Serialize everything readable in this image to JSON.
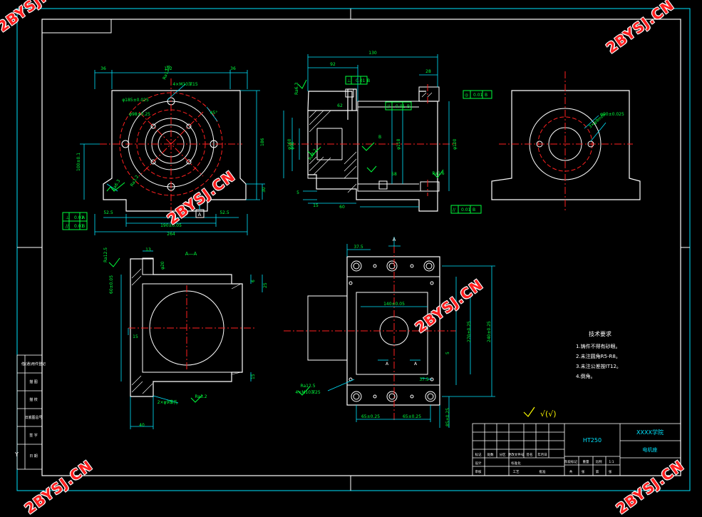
{
  "watermark": "2BYSJ.CN",
  "colors": {
    "outline": "#ffffff",
    "border": "#00e5ff",
    "dimension": "#00ff3c",
    "centerline": "#ff2020",
    "watermark": "#ff1f1f"
  },
  "views": {
    "front": {
      "dims": [
        "36",
        "192",
        "36",
        "264",
        "52.5",
        "52.5",
        "190±0.05",
        "Ra12.5",
        "4×M10深15",
        "φ185±0.025",
        "φ98±0.25",
        "Ra6.3",
        "45°",
        "100±0.1",
        "186",
        "30",
        "Ra3.2"
      ],
      "datum_label": "A",
      "tol_frames": [
        {
          "sym": "⊥",
          "value": "0.01",
          "datum": "A"
        },
        {
          "sym": "//",
          "value": "0.01",
          "datum": "B"
        }
      ]
    },
    "section": {
      "dims": [
        "130",
        "92",
        "28",
        "62",
        "58",
        "φ90",
        "φ118",
        "φ160",
        "φ100",
        "B",
        "60",
        "15",
        "5",
        "Ra6.3",
        "Ra3.2",
        "Ra1.6"
      ],
      "tol_frames": [
        {
          "sym": "⊥",
          "value": "0.01",
          "datum": "B"
        },
        {
          "sym": "//",
          "value": "0.01",
          "datum": "B"
        },
        {
          "sym": "◎",
          "value": "0.01",
          "datum": "B"
        },
        {
          "sym": "//",
          "value": "0.01",
          "datum": "B"
        }
      ]
    },
    "side": {
      "dims": [
        "φ90±0.025",
        "3×φ9mm"
      ]
    },
    "bottom_section": {
      "title": "A—A",
      "dims": [
        "Ra12.5",
        "13",
        "φ20",
        "60±0.05",
        "6",
        "25",
        "15",
        "15",
        "40",
        "Ra3.2",
        "2×φ9锥孔"
      ]
    },
    "top": {
      "dims": [
        "37.5",
        "140±0.05",
        "5",
        "270±0.25",
        "240±0.25",
        "65±0.25",
        "65±0.25",
        "85±0.25",
        "37.5",
        "4×M10深25",
        "Ra12.5",
        "A",
        "A"
      ]
    }
  },
  "notes": {
    "title": "技术要求",
    "items": [
      "1.铸件不得有砂眼。",
      "2.未注圆角R5-R8。",
      "3.未注公差按IT12。",
      "4.倒角。"
    ]
  },
  "roughness_symbol": "√(√)",
  "title_block": {
    "material": "HT250",
    "school": "XXXX学院",
    "part_name": "电机座",
    "small_labels": [
      "标记",
      "处数",
      "分区",
      "更改文件号",
      "签名",
      "年月日",
      "设计",
      "标准化",
      "阶段标记",
      "重量",
      "比例",
      "审核",
      "工艺",
      "批准",
      "共",
      "张",
      "第",
      "张",
      "1:1"
    ]
  },
  "side_panel": [
    "借(通)用件登记",
    "描 图",
    "描 校",
    "旧底图总号",
    "签 字",
    "日 期"
  ],
  "corner_label": "Y"
}
